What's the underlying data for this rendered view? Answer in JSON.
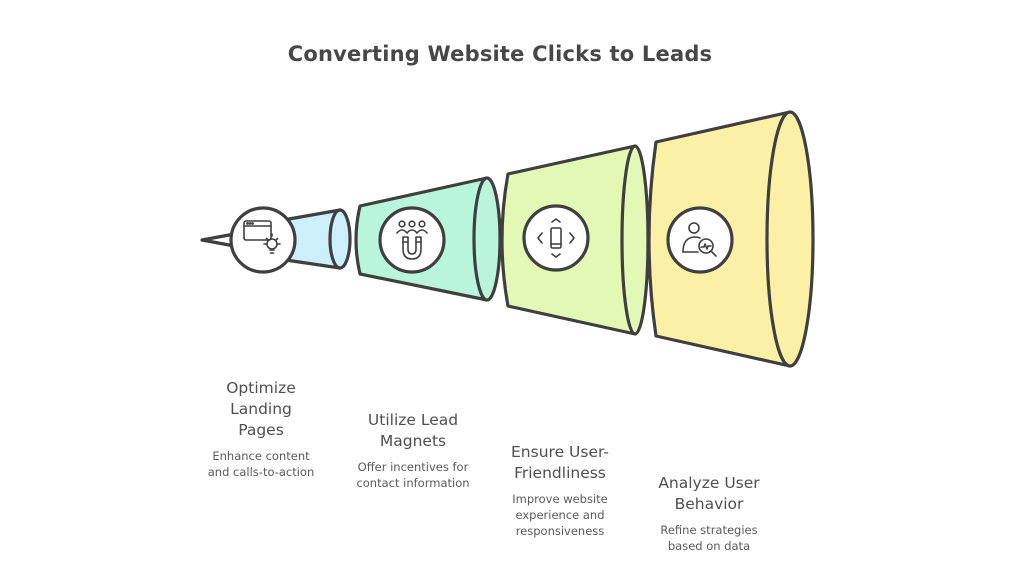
{
  "title": "Converting Website Clicks to Leads",
  "colors": {
    "outline": "#3f3f3f",
    "stage1_fill": "#cdeefc",
    "stage2_fill": "#b8f5dc",
    "stage3_fill": "#e2f8b4",
    "stage4_fill": "#fbf0a6",
    "text": "#4f4f4f"
  },
  "steps": [
    {
      "heading": "Optimize Landing Pages",
      "heading_lines": [
        "Optimize",
        "Landing",
        "Pages"
      ],
      "description_lines": [
        "Enhance content",
        "and calls-to-action"
      ],
      "icon": "browser-lightbulb-icon"
    },
    {
      "heading": "Utilize Lead Magnets",
      "heading_lines": [
        "Utilize Lead",
        "Magnets"
      ],
      "description_lines": [
        "Offer incentives for",
        "contact information"
      ],
      "icon": "people-magnet-icon"
    },
    {
      "heading": "Ensure User-Friendliness",
      "heading_lines": [
        "Ensure User-",
        "Friendliness"
      ],
      "description_lines": [
        "Improve website",
        "experience and",
        "responsiveness"
      ],
      "icon": "mobile-responsive-icon"
    },
    {
      "heading": "Analyze User Behavior",
      "heading_lines": [
        "Analyze User",
        "Behavior"
      ],
      "description_lines": [
        "Refine strategies",
        "based on data"
      ],
      "icon": "user-analytics-icon"
    }
  ]
}
